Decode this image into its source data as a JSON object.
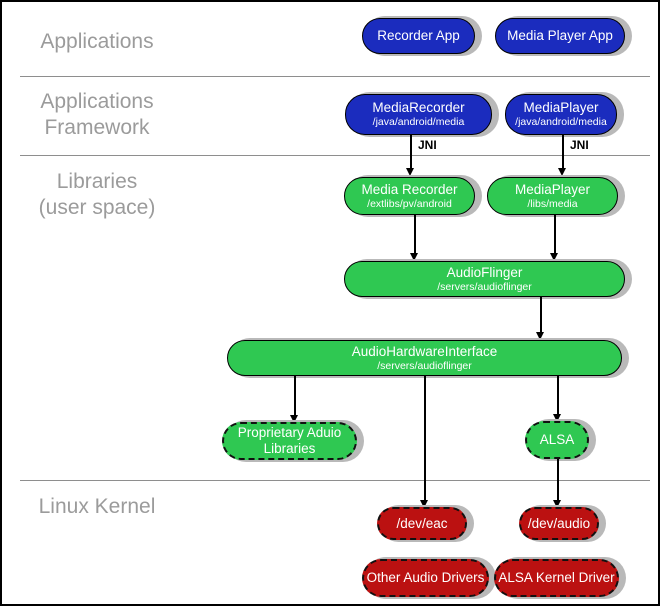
{
  "sections": {
    "applications": {
      "line1": "Applications"
    },
    "applications_framework": {
      "line1": "Applications",
      "line2": "Framework"
    },
    "libraries": {
      "line1": "Libraries",
      "line2": "(user space)"
    },
    "linux_kernel": {
      "line1": "Linux Kernel"
    }
  },
  "nodes": {
    "recorder_app": {
      "label": "Recorder App"
    },
    "media_player_app": {
      "label": "Media Player App"
    },
    "media_recorder_fw": {
      "label": "MediaRecorder",
      "path": "/java/android/media"
    },
    "media_player_fw": {
      "label": "MediaPlayer",
      "path": "/java/android/media"
    },
    "media_recorder_lib": {
      "label": "Media Recorder",
      "path": "/extlibs/pv/android"
    },
    "media_player_lib": {
      "label": "MediaPlayer",
      "path": "/libs/media"
    },
    "audioflinger": {
      "label": "AudioFlinger",
      "path": "/servers/audioflinger"
    },
    "audio_hardware_interface": {
      "label": "AudioHardwareInterface",
      "path": "/servers/audioflinger"
    },
    "proprietary_audio_libraries": {
      "label": "Proprietary Aduio",
      "label2": "Libraries"
    },
    "alsa": {
      "label": "ALSA"
    },
    "dev_eac": {
      "label": "/dev/eac"
    },
    "dev_audio": {
      "label": "/dev/audio"
    },
    "other_audio_drivers": {
      "label": "Other Audio Drivers"
    },
    "alsa_kernel_driver": {
      "label": "ALSA Kernel Driver"
    }
  },
  "connectors": {
    "jni": "JNI"
  },
  "colors": {
    "app_blue": "#1b2cbe",
    "lib_green": "#2fc852",
    "kernel_red": "#bb1111",
    "section_gray": "#9b9b9b",
    "divider_gray": "#8e8e8e",
    "shadow_gray": "#b9b9b9"
  }
}
